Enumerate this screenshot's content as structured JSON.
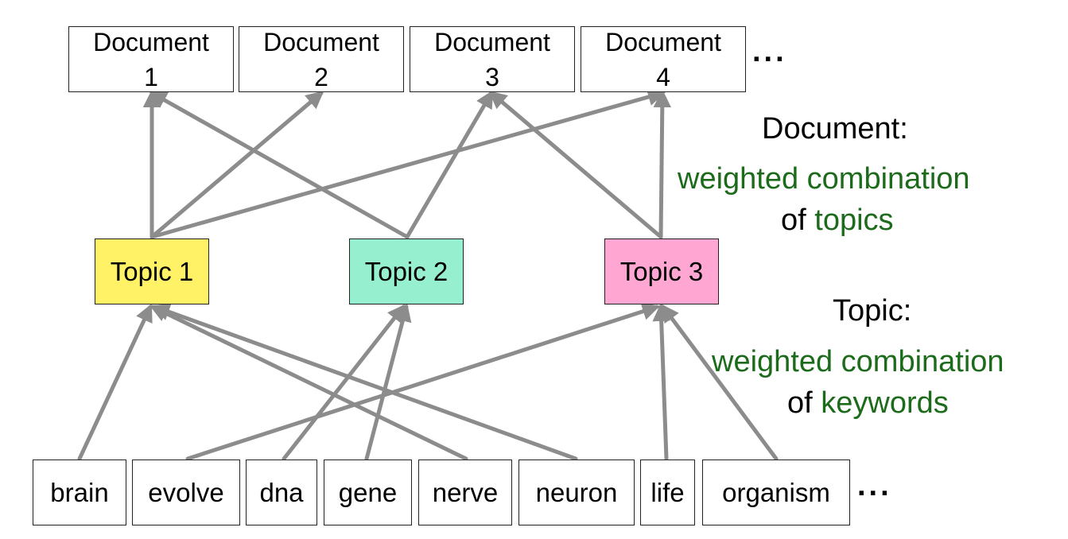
{
  "documents": [
    {
      "line1": "Document",
      "line2": "1"
    },
    {
      "line1": "Document",
      "line2": "2"
    },
    {
      "line1": "Document",
      "line2": "3"
    },
    {
      "line1": "Document",
      "line2": "4"
    }
  ],
  "documents_ellipsis": "...",
  "topics": [
    {
      "label": "Topic 1",
      "color": "#fff266"
    },
    {
      "label": "Topic 2",
      "color": "#96f0cf"
    },
    {
      "label": "Topic 3",
      "color": "#ffa6d3"
    }
  ],
  "keywords": [
    "brain",
    "evolve",
    "dna",
    "gene",
    "nerve",
    "neuron",
    "life",
    "organism"
  ],
  "keywords_ellipsis": "...",
  "document_definition": {
    "heading": "Document:",
    "line1": "weighted combination",
    "line2_prefix": "of",
    "line2_highlight": "topics"
  },
  "topic_definition": {
    "heading": "Topic:",
    "line1": "weighted combination",
    "line2_prefix": "of",
    "line2_highlight": "keywords"
  },
  "colors": {
    "arrow": "#8c8c8c",
    "highlight_text": "#1b6b1b"
  }
}
